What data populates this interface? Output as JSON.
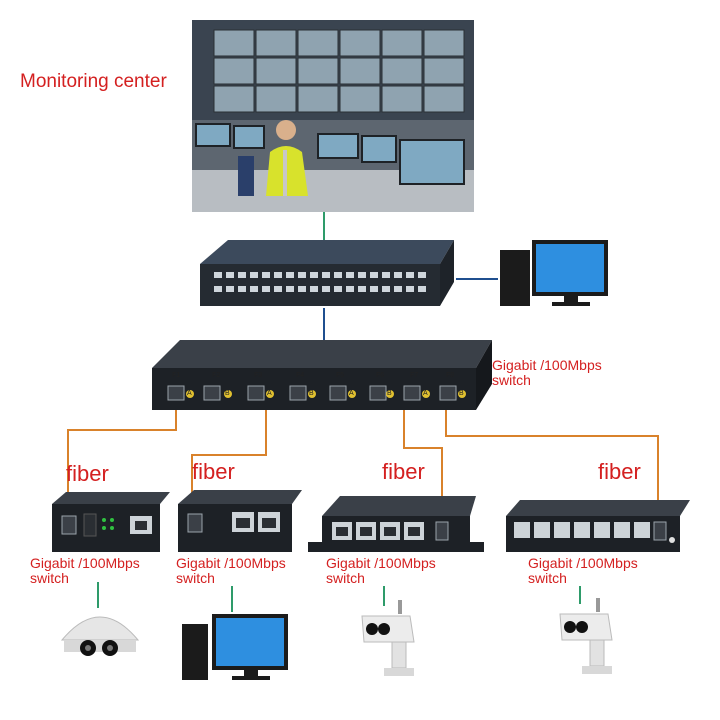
{
  "labels": {
    "monitoring_center": "Monitoring center",
    "main_switch": "Gigabit /100Mbps\nswitch",
    "fiber": "fiber",
    "switch_1": "Gigabit /100Mbps\nswitch",
    "switch_2": "Gigabit /100Mbps\nswitch",
    "switch_3": "Gigabit /100Mbps\nswitch",
    "switch_4": "Gigabit /100Mbps\nswitch"
  },
  "port_labels": [
    "F1",
    "F2",
    "F3",
    "F4",
    "F5",
    "F6",
    "F7",
    "F8"
  ],
  "port_letters": [
    "A",
    "B",
    "A",
    "B",
    "A",
    "B",
    "A",
    "B"
  ],
  "colors": {
    "label_red": "#d42020",
    "fiber_orange": "#d9822b",
    "link_green": "#2e9b6a",
    "link_blue": "#1f4f8f",
    "device_dark": "#2b2e33"
  },
  "icons": [
    "monitoring-room-photo",
    "rack-switch-icon",
    "desktop-computer-icon",
    "fiber-switch-icon",
    "dome-camera-icon",
    "bullet-camera-icon"
  ]
}
